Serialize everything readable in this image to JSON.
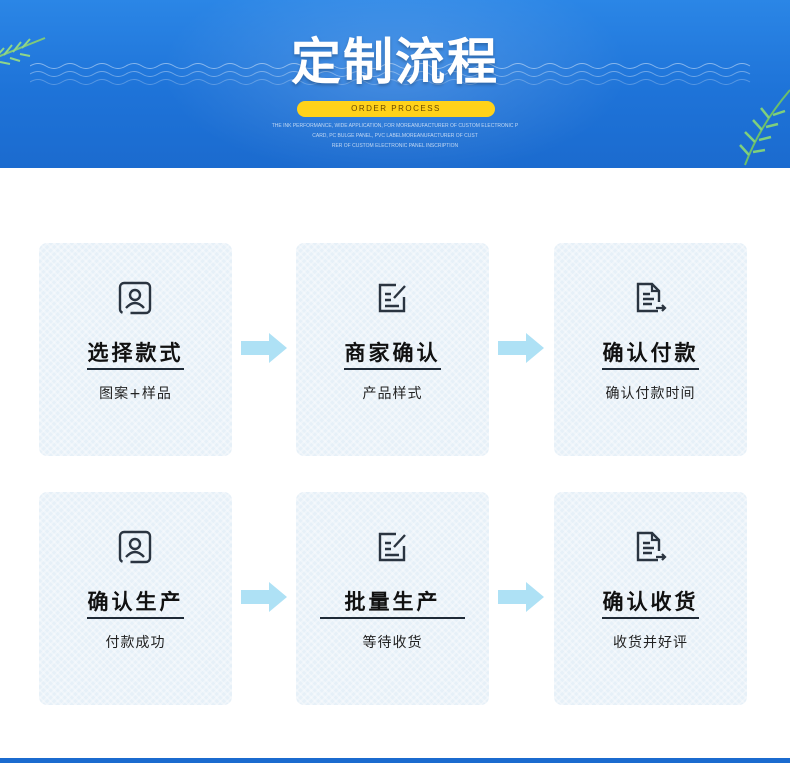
{
  "header": {
    "title": "定制流程",
    "subtitle": "ORDER PROCESS",
    "blurb_lines": [
      "THE INK PERFORMANCE, WIDE APPLICATION, FOR MOREANUFACTURER OF CUSTOM ELECTRONIC P",
      "CARD, PC BULGE PANEL, PVC LABELMOREANUFACTURER OF CUST",
      "RER OF CUSTOM ELECTRONIC PANEL INSCRIPTION"
    ]
  },
  "steps": [
    {
      "icon": "user-card-icon",
      "title": "选择款式",
      "desc": "图案+样品"
    },
    {
      "icon": "edit-note-icon",
      "title": "商家确认",
      "desc": "产品样式"
    },
    {
      "icon": "document-export-icon",
      "title": "确认付款",
      "desc": "确认付款时间"
    },
    {
      "icon": "user-card-icon",
      "title": "确认生产",
      "desc": "付款成功"
    },
    {
      "icon": "edit-note-icon",
      "title": "批量生产",
      "desc": "等待收货"
    },
    {
      "icon": "document-export-icon",
      "title": "确认收货",
      "desc": "收货并好评"
    }
  ],
  "colors": {
    "banner": "#1e73d8",
    "pill": "#ffd21a",
    "card": "#e6f0f8",
    "arrow": "#aee1f5"
  }
}
